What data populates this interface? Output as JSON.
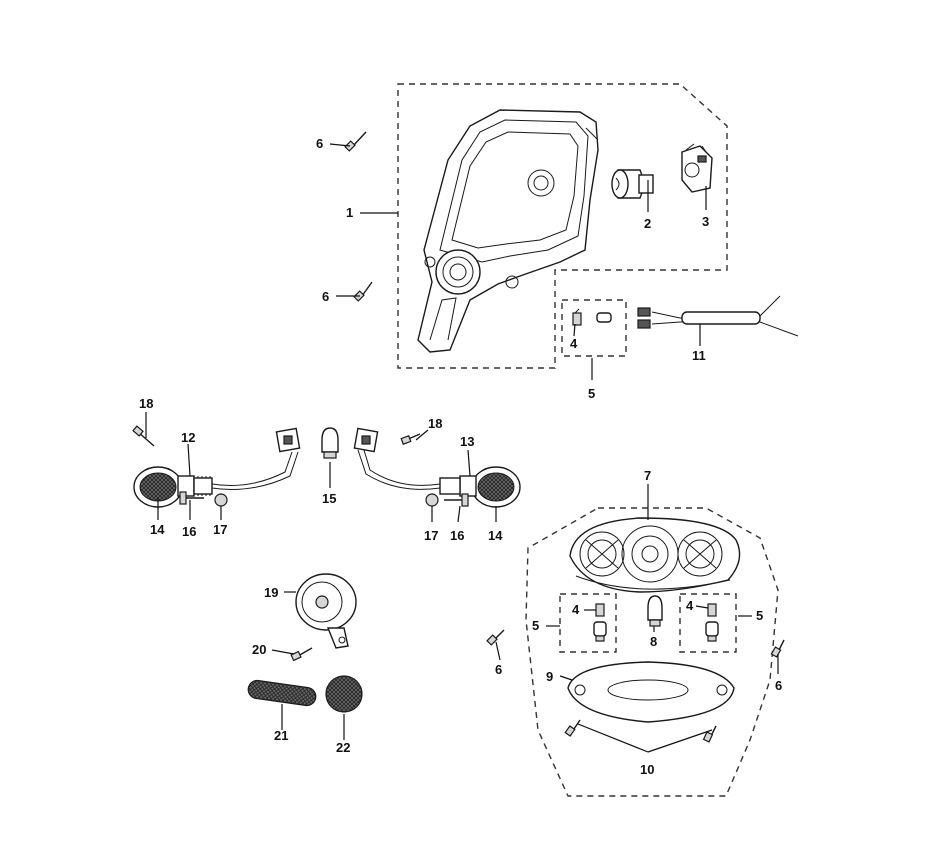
{
  "callouts": {
    "c1": "1",
    "c2": "2",
    "c3": "3",
    "c4a": "4",
    "c4b": "4",
    "c4c": "4",
    "c5a": "5",
    "c5b": "5",
    "c5c": "5",
    "c6a": "6",
    "c6b": "6",
    "c6c": "6",
    "c6d": "6",
    "c7": "7",
    "c8": "8",
    "c9": "9",
    "c10": "10",
    "c11": "11",
    "c12": "12",
    "c13": "13",
    "c14a": "14",
    "c14b": "14",
    "c15": "15",
    "c16a": "16",
    "c16b": "16",
    "c17a": "17",
    "c17b": "17",
    "c18a": "18",
    "c18b": "18",
    "c19": "19",
    "c20": "20",
    "c21": "21",
    "c22": "22"
  }
}
